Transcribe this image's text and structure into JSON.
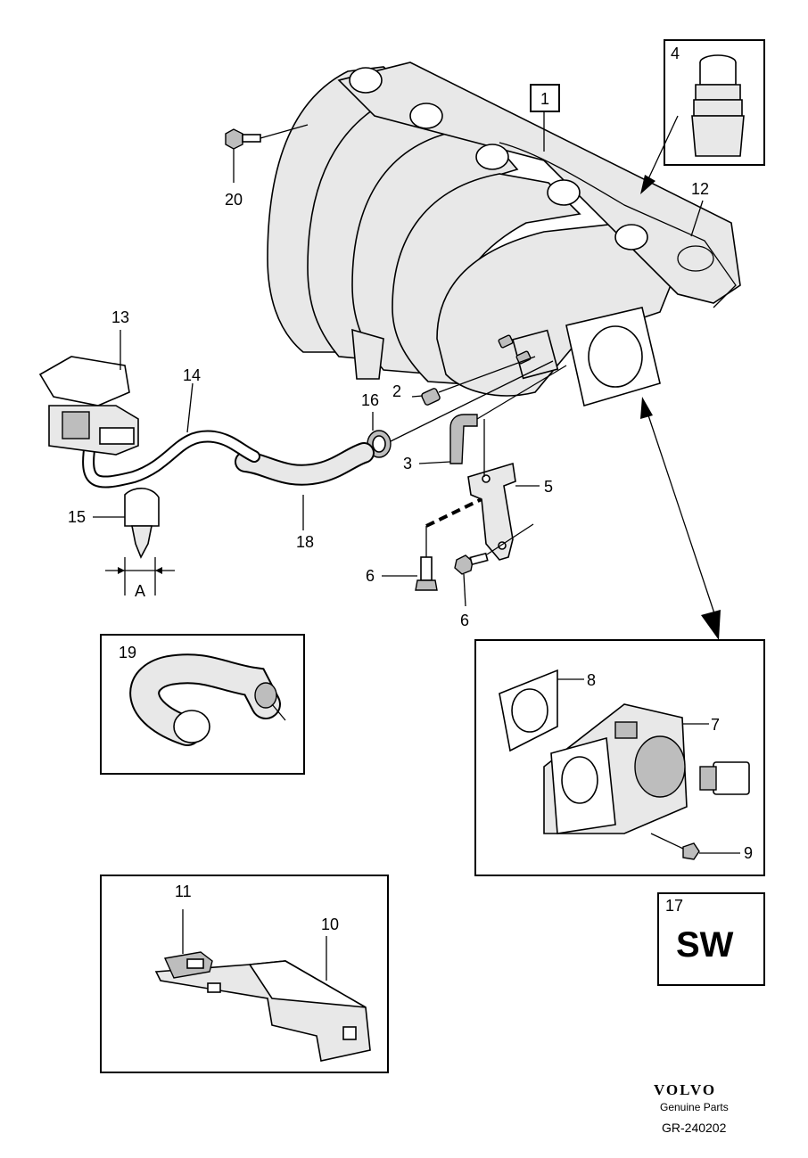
{
  "callouts": {
    "c1": "1",
    "c2": "2",
    "c3": "3",
    "c4": "4",
    "c5": "5",
    "c6a": "6",
    "c6b": "6",
    "c7": "7",
    "c8": "8",
    "c9": "9",
    "c10": "10",
    "c11": "11",
    "c12": "12",
    "c13": "13",
    "c14": "14",
    "c15": "15",
    "c16": "16",
    "c17": "17",
    "c18": "18",
    "c19": "19",
    "c20": "20"
  },
  "dimension_label": "A",
  "sw_label": "SW",
  "footer": {
    "brand": "VOLVO",
    "tagline": "Genuine Parts",
    "code": "GR-240202"
  }
}
